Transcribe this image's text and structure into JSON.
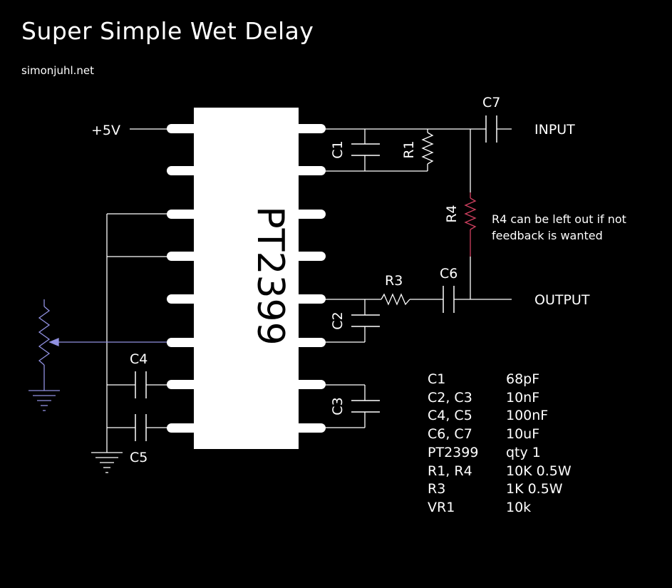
{
  "title": "Super Simple Wet Delay",
  "subtitle": "simonjuhl.net",
  "chip": {
    "label": "PT2399"
  },
  "labels": {
    "vcc": "+5V",
    "input": "INPUT",
    "output": "OUTPUT",
    "c1": "C1",
    "c2": "C2",
    "c3": "C3",
    "c4": "C4",
    "c5": "C5",
    "c6": "C6",
    "c7": "C7",
    "r1": "R1",
    "r3": "R3",
    "r4": "R4"
  },
  "note": {
    "line1": "R4 can be left out if not",
    "line2": "feedback is wanted"
  },
  "bom": [
    {
      "ref": "C1",
      "value": "68pF"
    },
    {
      "ref": "C2, C3",
      "value": "10nF"
    },
    {
      "ref": "C4, C5",
      "value": "100nF"
    },
    {
      "ref": "C6, C7",
      "value": "10uF"
    },
    {
      "ref": "PT2399",
      "value": "qty 1"
    },
    {
      "ref": "R1, R4",
      "value": "10K 0.5W"
    },
    {
      "ref": "R3",
      "value": "1K 0.5W"
    },
    {
      "ref": "VR1",
      "value": "10k"
    }
  ],
  "colors": {
    "wire": "#ffffff",
    "feedback_resistor": "#d04060",
    "potentiometer": "#9090e0"
  }
}
